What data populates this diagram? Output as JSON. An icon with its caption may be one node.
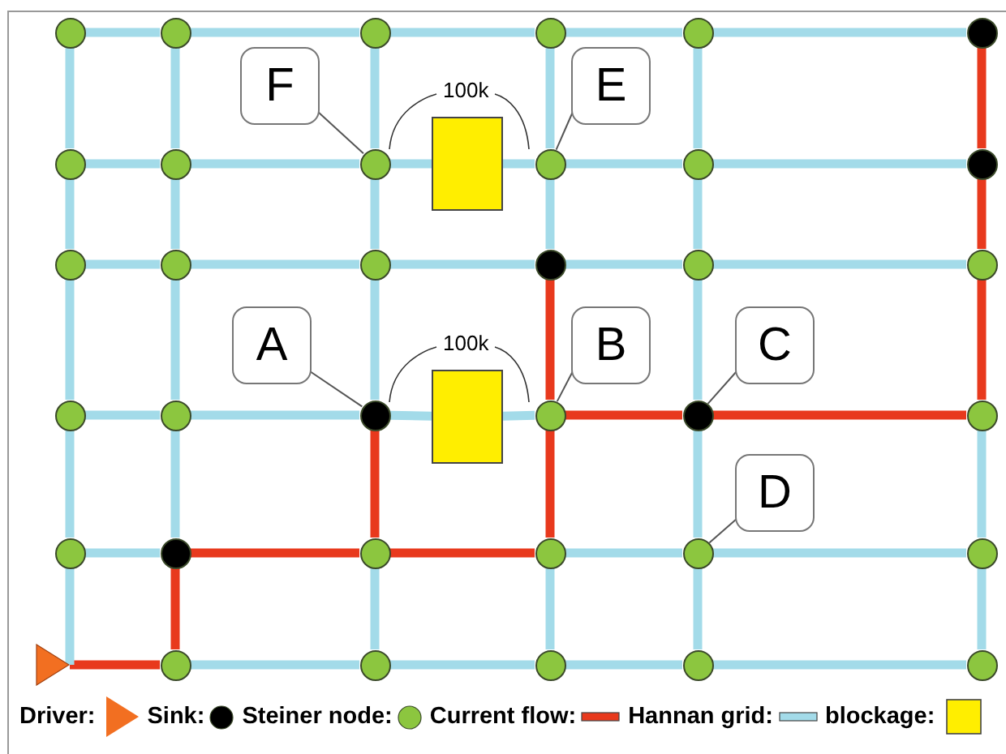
{
  "diagram": {
    "nodes": [
      {
        "text": [],
        "shape": "circle"
      },
      {
        "text": [],
        "shape": "circle"
      },
      {
        "text": [],
        "shape": "circle"
      },
      {
        "text": [],
        "shape": "circle"
      },
      {
        "text": [],
        "shape": "circle"
      },
      {
        "text": [],
        "shape": "dot"
      },
      {
        "text": [],
        "shape": "circle"
      },
      {
        "text": [],
        "shape": "circle"
      },
      {
        "text": [],
        "shape": "circle"
      },
      {
        "text": [],
        "shape": "circle"
      },
      {
        "text": [],
        "shape": "circle"
      },
      {
        "text": [],
        "shape": "dot"
      },
      {
        "text": [],
        "shape": "circle"
      },
      {
        "text": [],
        "shape": "circle"
      },
      {
        "text": [],
        "shape": "circle"
      },
      {
        "text": [],
        "shape": "dot"
      },
      {
        "text": [],
        "shape": "circle"
      },
      {
        "text": [],
        "shape": "circle"
      },
      {
        "text": [],
        "shape": "circle"
      },
      {
        "text": [],
        "shape": "circle"
      },
      {
        "text": [],
        "shape": "dot"
      },
      {
        "text": [],
        "shape": "circle"
      },
      {
        "text": [],
        "shape": "dot"
      },
      {
        "text": [],
        "shape": "circle"
      },
      {
        "text": [],
        "shape": "circle"
      },
      {
        "text": [],
        "shape": "dot"
      },
      {
        "text": [],
        "shape": "circle"
      },
      {
        "text": [],
        "shape": "circle"
      },
      {
        "text": [],
        "shape": "circle"
      },
      {
        "text": [],
        "shape": "circle"
      },
      {
        "text": [],
        "shape": "triangle"
      },
      {
        "text": [],
        "shape": "circle"
      },
      {
        "text": [],
        "shape": "circle"
      },
      {
        "text": [],
        "shape": "circle"
      },
      {
        "text": [],
        "shape": "circle"
      },
      {
        "text": [],
        "shape": "circle"
      },
      {
        "text": [
          "F"
        ]
      },
      {
        "text": [
          "E"
        ]
      },
      {
        "text": [
          "A"
        ]
      },
      {
        "text": [
          "B"
        ]
      },
      {
        "text": [
          "C"
        ]
      },
      {
        "text": [
          "D"
        ]
      },
      {
        "text": [],
        "shape": "box",
        "beside": [
          "100k"
        ]
      },
      {
        "text": [],
        "shape": "box",
        "beside": [
          "100k"
        ]
      }
    ],
    "edges": [
      {
        "from": 0,
        "to": 1,
        "arrow": "none"
      },
      {
        "from": 1,
        "to": 2,
        "arrow": "none"
      },
      {
        "from": 2,
        "to": 3,
        "arrow": "none"
      },
      {
        "from": 3,
        "to": 4,
        "arrow": "none"
      },
      {
        "from": 4,
        "to": 5,
        "arrow": "none"
      },
      {
        "from": 6,
        "to": 7,
        "arrow": "none"
      },
      {
        "from": 7,
        "to": 8,
        "arrow": "none"
      },
      {
        "from": 8,
        "to": 42,
        "arrow": "none"
      },
      {
        "from": 42,
        "to": 9,
        "arrow": "none"
      },
      {
        "from": 9,
        "to": 10,
        "arrow": "none"
      },
      {
        "from": 10,
        "to": 11,
        "arrow": "none"
      },
      {
        "from": 12,
        "to": 13,
        "arrow": "none"
      },
      {
        "from": 13,
        "to": 14,
        "arrow": "none"
      },
      {
        "from": 14,
        "to": 15,
        "arrow": "none"
      },
      {
        "from": 15,
        "to": 16,
        "arrow": "none"
      },
      {
        "from": 16,
        "to": 17,
        "arrow": "none"
      },
      {
        "from": 18,
        "to": 19,
        "arrow": "none"
      },
      {
        "from": 19,
        "to": 20,
        "arrow": "none"
      },
      {
        "from": 20,
        "to": 43,
        "arrow": "none"
      },
      {
        "from": 43,
        "to": 21,
        "arrow": "none"
      },
      {
        "from": 21,
        "to": 22,
        "arrow": "none",
        "color": "#e8391d"
      },
      {
        "from": 22,
        "to": 23,
        "arrow": "none",
        "color": "#e8391d"
      },
      {
        "from": 24,
        "to": 25,
        "arrow": "none"
      },
      {
        "from": 25,
        "to": 26,
        "arrow": "none",
        "color": "#e8391d"
      },
      {
        "from": 26,
        "to": 27,
        "arrow": "none",
        "color": "#e8391d"
      },
      {
        "from": 27,
        "to": 28,
        "arrow": "none"
      },
      {
        "from": 28,
        "to": 29,
        "arrow": "none"
      },
      {
        "from": 30,
        "to": 31,
        "arrow": "none",
        "color": "#e8391d"
      },
      {
        "from": 31,
        "to": 32,
        "arrow": "none"
      },
      {
        "from": 32,
        "to": 33,
        "arrow": "none"
      },
      {
        "from": 33,
        "to": 34,
        "arrow": "none"
      },
      {
        "from": 34,
        "to": 35,
        "arrow": "none"
      },
      {
        "from": 0,
        "to": 6,
        "arrow": "none"
      },
      {
        "from": 6,
        "to": 12,
        "arrow": "none"
      },
      {
        "from": 12,
        "to": 18,
        "arrow": "none"
      },
      {
        "from": 18,
        "to": 24,
        "arrow": "none"
      },
      {
        "from": 24,
        "to": 30,
        "arrow": "none"
      },
      {
        "from": 1,
        "to": 7,
        "arrow": "none"
      },
      {
        "from": 7,
        "to": 13,
        "arrow": "none"
      },
      {
        "from": 13,
        "to": 19,
        "arrow": "none"
      },
      {
        "from": 19,
        "to": 25,
        "arrow": "none"
      },
      {
        "from": 25,
        "to": 31,
        "arrow": "none",
        "color": "#e8391d"
      },
      {
        "from": 2,
        "to": 8,
        "arrow": "none"
      },
      {
        "from": 8,
        "to": 14,
        "arrow": "none"
      },
      {
        "from": 14,
        "to": 20,
        "arrow": "none"
      },
      {
        "from": 20,
        "to": 26,
        "arrow": "none",
        "color": "#e8391d"
      },
      {
        "from": 26,
        "to": 32,
        "arrow": "none"
      },
      {
        "from": 3,
        "to": 9,
        "arrow": "none"
      },
      {
        "from": 9,
        "to": 15,
        "arrow": "none"
      },
      {
        "from": 15,
        "to": 21,
        "arrow": "none",
        "color": "#e8391d"
      },
      {
        "from": 21,
        "to": 27,
        "arrow": "none",
        "color": "#e8391d"
      },
      {
        "from": 27,
        "to": 33,
        "arrow": "none"
      },
      {
        "from": 4,
        "to": 10,
        "arrow": "none"
      },
      {
        "from": 10,
        "to": 16,
        "arrow": "none"
      },
      {
        "from": 16,
        "to": 22,
        "arrow": "none"
      },
      {
        "from": 22,
        "to": 28,
        "arrow": "none"
      },
      {
        "from": 28,
        "to": 34,
        "arrow": "none"
      },
      {
        "from": 5,
        "to": 11,
        "arrow": "none",
        "color": "#e8391d"
      },
      {
        "from": 11,
        "to": 17,
        "arrow": "none",
        "color": "#e8391d"
      },
      {
        "from": 17,
        "to": 23,
        "arrow": "none",
        "color": "#e8391d"
      },
      {
        "from": 23,
        "to": 29,
        "arrow": "none"
      },
      {
        "from": 29,
        "to": 35,
        "arrow": "none"
      },
      {
        "from": 36,
        "to": 8,
        "arrow": "none",
        "color": "#555555"
      },
      {
        "from": 37,
        "to": 9,
        "arrow": "none",
        "color": "#555555"
      },
      {
        "from": 38,
        "to": 20,
        "arrow": "none",
        "color": "#555555"
      },
      {
        "from": 39,
        "to": 21,
        "arrow": "none",
        "color": "#555555"
      },
      {
        "from": 40,
        "to": 22,
        "arrow": "none",
        "color": "#555555"
      },
      {
        "from": 41,
        "to": 28,
        "arrow": "none",
        "color": "#555555"
      }
    ],
    "legend": [
      {
        "text": "Driver:"
      },
      {
        "text": "Sink:"
      },
      {
        "text": "Steiner node:"
      },
      {
        "text": "Current flow:"
      },
      {
        "text": "Hannan grid:"
      },
      {
        "text": "blockage:",
        "color": "#ffee00"
      }
    ]
  }
}
